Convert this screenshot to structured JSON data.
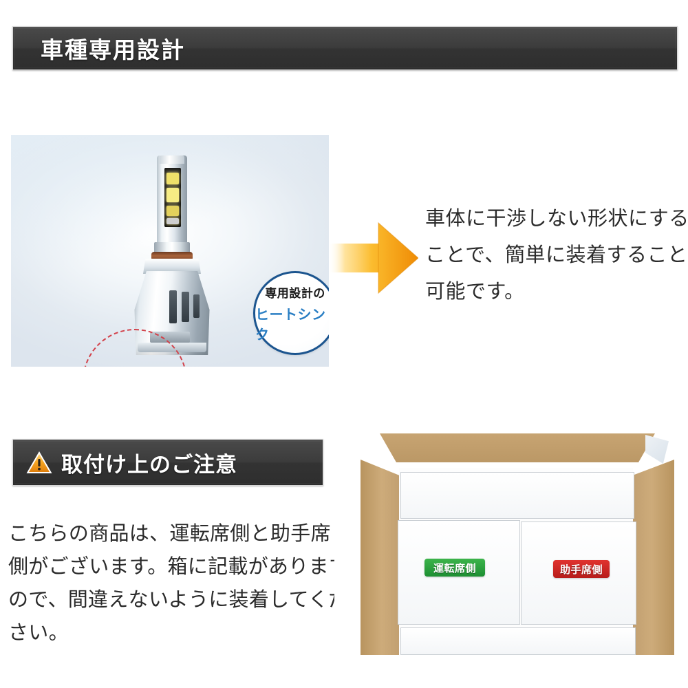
{
  "sections": {
    "design": {
      "header": {
        "title": "車種専用設計"
      },
      "badge": {
        "line1": "専用設計の",
        "line2": "ヒートシンク",
        "border_color": "#1c558f",
        "line2_color": "#2b7fc4"
      },
      "arrow": {
        "name": "right-arrow",
        "color_start": "#ffffff",
        "color_end": "#f08a00"
      },
      "description_lines": [
        "車体に干渉しない形状にする",
        "ことで、簡単に装着することが",
        "可能です。"
      ],
      "photo": {
        "name": "led-bulb-photo",
        "background_color": "#e3eaf1",
        "highlight_circle_color": "#d2414a"
      }
    },
    "caution": {
      "header": {
        "icon": "warning-triangle-icon",
        "title": "取付け上のご注意",
        "icon_color": "#f5a623"
      },
      "description_lines": [
        "こちらの商品は、運転席側と助手席",
        "側がございます。箱に記載があります",
        "ので、間違えないように装着してくだ",
        "さい。"
      ],
      "photo": {
        "name": "packaging-box-photo",
        "cardboard_color": "#c2a071",
        "labels": {
          "driver": "運転席側",
          "passenger": "助手席側",
          "driver_color": "#2e9e41",
          "passenger_color": "#d02b27"
        }
      }
    }
  },
  "theme": {
    "header_bar_color": "#3c3c3c",
    "header_text_color": "#ffffff",
    "body_text_color": "#2b2b2b",
    "page_background": "#ffffff"
  }
}
